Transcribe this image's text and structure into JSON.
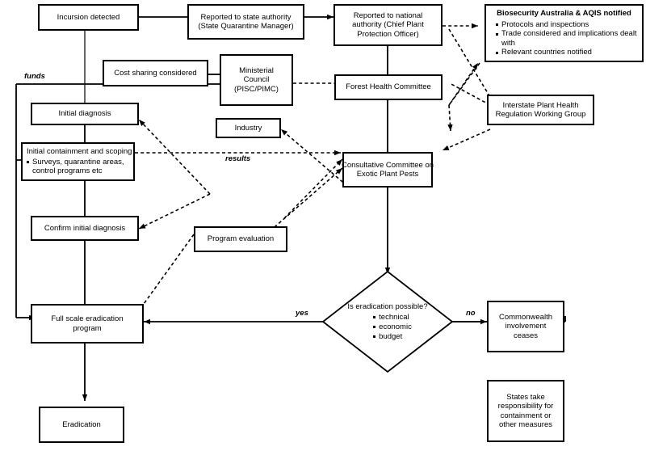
{
  "diagram": {
    "title": "Plant pest incursion response flowchart",
    "colors": {
      "line": "#000000",
      "background": "#ffffff",
      "text": "#000000"
    },
    "nodes": {
      "incursion_detected": {
        "label": "Incursion detected"
      },
      "reported_state": {
        "line1": "Reported to state authority",
        "line2": "(State Quarantine Manager)"
      },
      "reported_national": {
        "line1": "Reported to national",
        "line2": "authority (Chief Plant",
        "line3": "Protection Officer)"
      },
      "biosecurity": {
        "heading": "Biosecurity Australia & AQIS notified",
        "bullets": [
          "Protocols and inspections",
          "Trade considered and implications dealt with",
          "Relevant countries notified"
        ]
      },
      "cost_sharing": {
        "label": "Cost sharing considered"
      },
      "ministerial_council": {
        "line1": "Ministerial",
        "line2": "Council",
        "line3": "(PISC/PIMC)"
      },
      "forest_health": {
        "label": "Forest Health Committee"
      },
      "interstate_group": {
        "line1": "Interstate Plant Health",
        "line2": "Regulation Working Group"
      },
      "initial_diagnosis": {
        "label": "Initial diagnosis"
      },
      "industry": {
        "label": "Industry"
      },
      "initial_containment": {
        "heading": "Initial containment and scoping",
        "bullets": [
          "Surveys, quarantine areas, control programs etc"
        ]
      },
      "consultative_committee": {
        "line1": "Consultative Committee on",
        "line2": "Exotic Plant Pests"
      },
      "confirm_diagnosis": {
        "label": "Confirm initial diagnosis"
      },
      "program_evaluation": {
        "label": "Program evaluation"
      },
      "full_scale_eradication": {
        "line1": "Full scale eradication",
        "line2": "program"
      },
      "eradication": {
        "label": "Eradication"
      },
      "decision_eradication": {
        "question": "Is eradication possible?",
        "criteria": [
          "technical",
          "economic",
          "budget"
        ]
      },
      "commonwealth_ceases": {
        "line1": "Commonwealth",
        "line2": "involvement",
        "line3": "ceases"
      },
      "states_responsibility": {
        "line1": "States take",
        "line2": "responsibility for",
        "line3": "containment or",
        "line4": "other measures"
      }
    },
    "edge_labels": {
      "funds": "funds",
      "results": "results",
      "yes": "yes",
      "no": "no"
    }
  }
}
